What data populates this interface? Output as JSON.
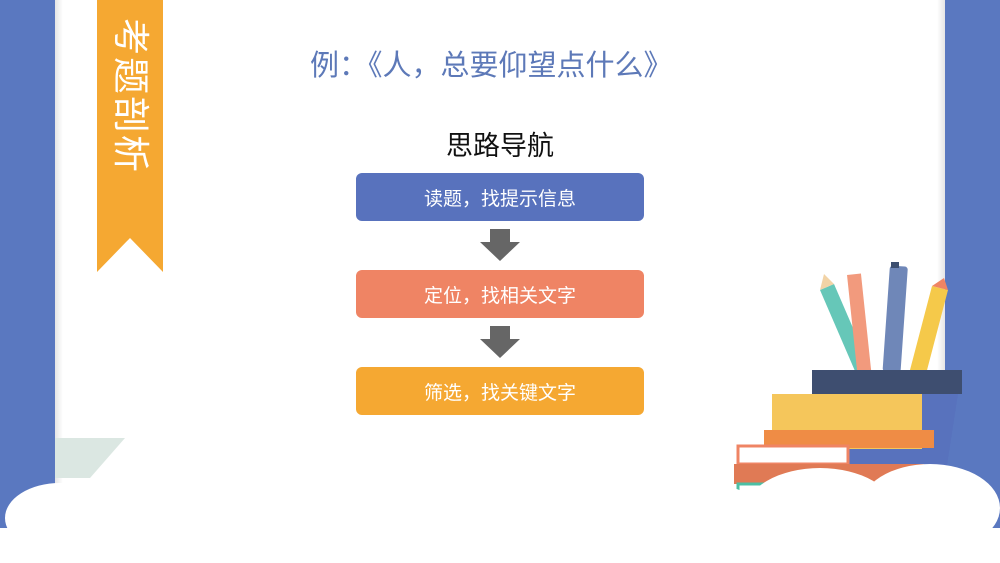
{
  "slide": {
    "ribbon_label": "考题剖析",
    "title": "例：《人，总要仰望点什么》",
    "flow_title": "思路导航",
    "steps": [
      {
        "label": "读题，找提示信息",
        "color": "#5872bd"
      },
      {
        "label": "定位，找相关文字",
        "color": "#ef8464"
      },
      {
        "label": "筛选，找关键文字",
        "color": "#f5a832"
      }
    ]
  },
  "icons": [
    "down-arrow-icon",
    "pencil-cup-icon",
    "book-stack-icon",
    "cloud-icon"
  ],
  "colors": {
    "frame": "#5a78c0",
    "board": "#ffffff",
    "ribbon": "#f5a832",
    "title": "#5d79b8",
    "arrow": "#666666"
  }
}
